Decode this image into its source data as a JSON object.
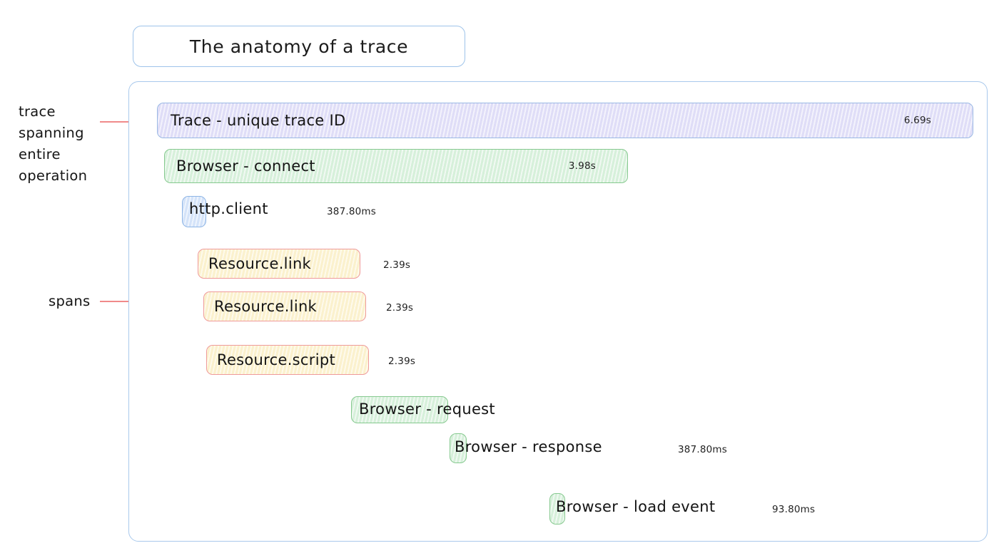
{
  "title": {
    "text": "The anatomy of a trace"
  },
  "annotations": {
    "trace_label": "trace spanning entire operation",
    "spans_label": "spans"
  },
  "colors": {
    "frame_border": "#a9c9ec",
    "title_border": "#9ec3ea",
    "connector_red": "#f08a8a",
    "trace_fill": "#e4e2f8",
    "trace_border": "#9ab8e4",
    "browser_fill": "#dff2e2",
    "browser_border": "#86c98f",
    "http_fill": "#dce9fb",
    "http_border": "#8fb6e6",
    "resource_fill": "#fcf4d9",
    "resource_border": "#ef9a9a"
  },
  "spans": [
    {
      "name": "Trace - unique trace ID",
      "duration": "6.69s",
      "duration_inside": true,
      "kind": "trace"
    },
    {
      "name": "Browser - connect",
      "duration": "3.98s",
      "duration_inside": true,
      "kind": "browser"
    },
    {
      "name": "http.client",
      "duration": "387.80ms",
      "duration_inside": false,
      "kind": "http"
    },
    {
      "name": "Resource.link",
      "duration": "2.39s",
      "duration_inside": false,
      "kind": "resource"
    },
    {
      "name": "Resource.link",
      "duration": "2.39s",
      "duration_inside": false,
      "kind": "resource"
    },
    {
      "name": "Resource.script",
      "duration": "2.39s",
      "duration_inside": false,
      "kind": "resource"
    },
    {
      "name": "Browser - request",
      "duration": "",
      "duration_inside": false,
      "kind": "browser"
    },
    {
      "name": "Browser - response",
      "duration": "387.80ms",
      "duration_inside": false,
      "kind": "browser"
    },
    {
      "name": "Browser - load event",
      "duration": "93.80ms",
      "duration_inside": false,
      "kind": "browser"
    }
  ]
}
